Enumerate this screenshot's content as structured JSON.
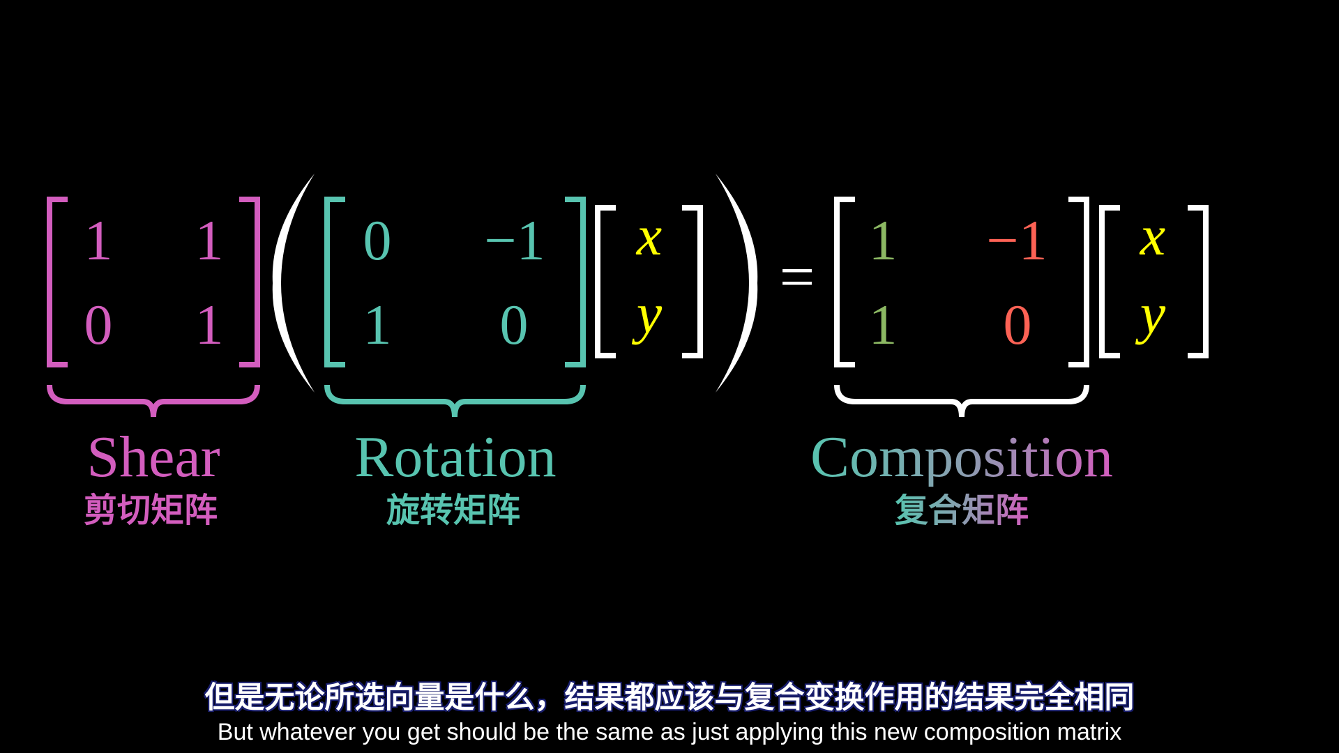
{
  "colors": {
    "shear": "#D35DBE",
    "rotation": "#58C4B0",
    "vector": "#FFFF00",
    "comp_col1": "#8CB863",
    "comp_col2": "#FC6255",
    "white": "#FFFFFF"
  },
  "shear": {
    "m": [
      "1",
      "1",
      "0",
      "1"
    ],
    "label": "Shear",
    "label_zh": "剪切矩阵"
  },
  "rotation": {
    "m": [
      "0",
      "−1",
      "1",
      "0"
    ],
    "label": "Rotation",
    "label_zh": "旋转矩阵"
  },
  "vector": [
    "x",
    "y"
  ],
  "equals": "=",
  "composition": {
    "m": [
      "1",
      "−1",
      "1",
      "0"
    ],
    "label": "Composition",
    "label_zh": "复合矩阵"
  },
  "subtitle": {
    "zh": "但是无论所选向量是什么，结果都应该与复合变换作用的结果完全相同",
    "en": "But whatever you get should be the same as just applying this new composition matrix"
  }
}
